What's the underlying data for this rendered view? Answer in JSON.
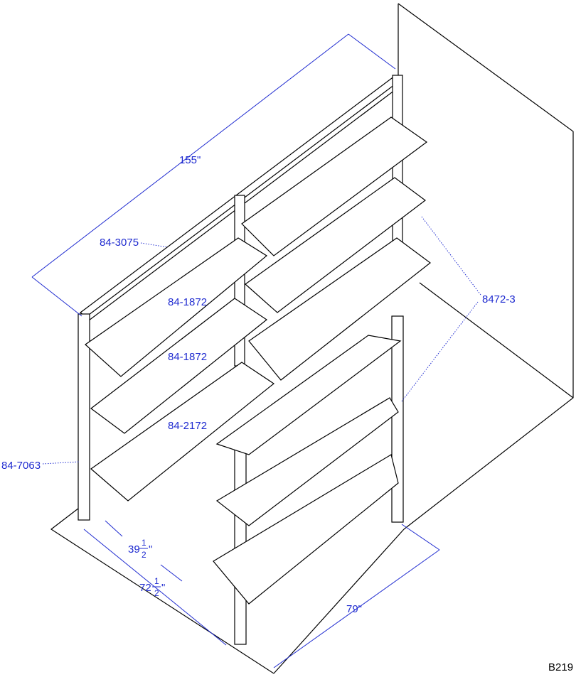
{
  "dimensions": {
    "length_total": "155\"",
    "depth_short_whole": "39",
    "depth_short_frac_num": "1",
    "depth_short_frac_den": "2",
    "depth_short_inch": "\"",
    "depth_long_whole": "72",
    "depth_long_frac_num": "1",
    "depth_long_frac_den": "2",
    "depth_long_inch": "\"",
    "length_lower": "79\""
  },
  "callouts": {
    "top_rail": "84-3075",
    "shelf_upper": "84-1872",
    "shelf_middle": "84-1872",
    "shelf_lower": "84-2172",
    "upright": "84-7063",
    "shelf_right": "8472-3"
  },
  "drawing_code": "B219",
  "colors": {
    "dimension": "#1f2bd0",
    "linework": "#000000"
  }
}
